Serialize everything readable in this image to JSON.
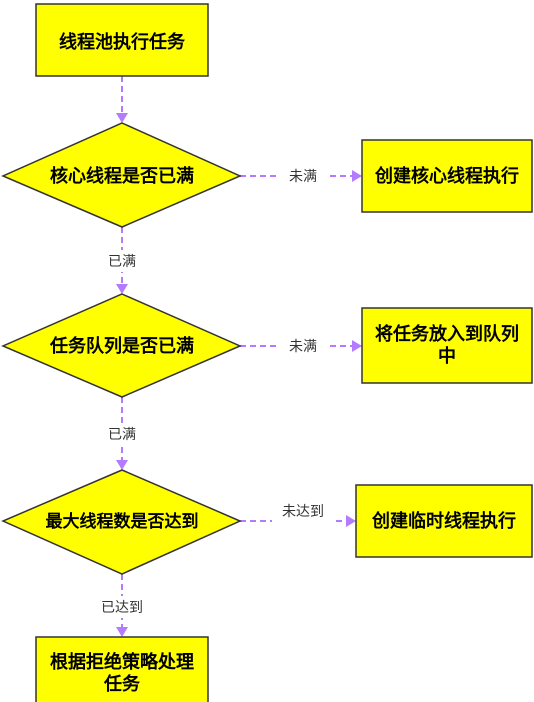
{
  "colors": {
    "node_fill": "#ffff00",
    "node_stroke": "#333333",
    "edge": "#b47bff",
    "label_text": "#333333",
    "node_text": "#000000"
  },
  "nodes": {
    "start": {
      "lines": [
        "线程池执行任务"
      ]
    },
    "core_check": {
      "lines": [
        "核心线程是否已满"
      ]
    },
    "core_exec": {
      "lines": [
        "创建核心线程执行"
      ]
    },
    "queue_check": {
      "lines": [
        "任务队列是否已满"
      ]
    },
    "queue_put": {
      "lines": [
        "将任务放入到队列",
        "中"
      ]
    },
    "max_check": {
      "lines": [
        "最大线程数是否达到"
      ]
    },
    "temp_exec": {
      "lines": [
        "创建临时线程执行"
      ]
    },
    "reject": {
      "lines": [
        "根据拒绝策略处理",
        "任务"
      ]
    }
  },
  "edges": {
    "core_not_full": "未满",
    "core_full": "已满",
    "queue_not_full": "未满",
    "queue_full": "已满",
    "max_not_reached": "未达到",
    "max_reached": "已达到"
  }
}
